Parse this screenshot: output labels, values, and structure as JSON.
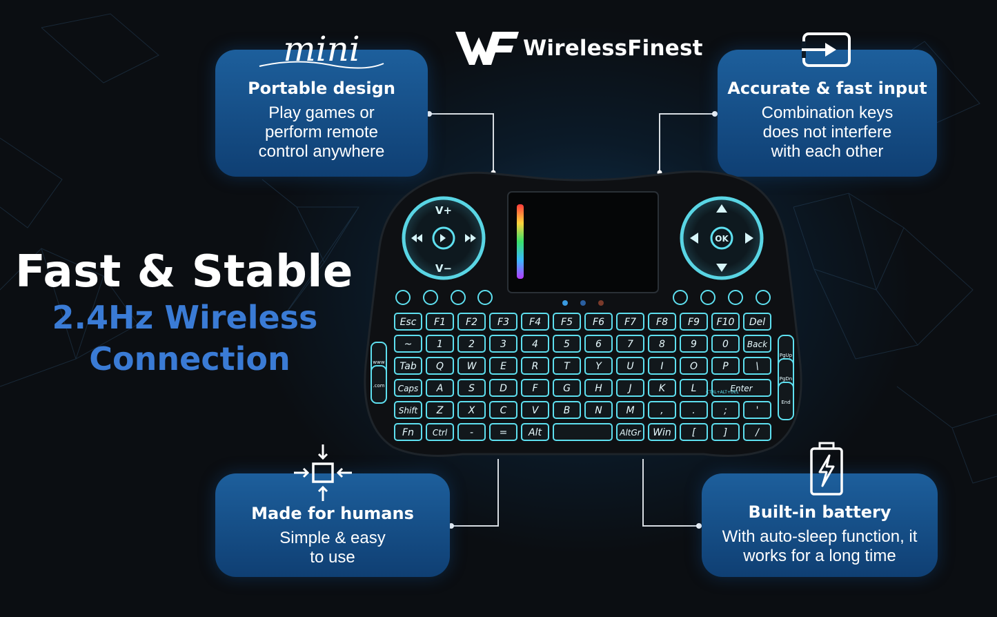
{
  "brand": {
    "name": "WirelessFinest",
    "logo_mark": "WF",
    "logo_icon": "wf-monogram-icon"
  },
  "headline": {
    "line1": "Fast & Stable",
    "line2": "2.4Hz Wireless",
    "line3": "Connection",
    "accent_color": "#3a7bd5"
  },
  "features": {
    "portable": {
      "badge": "mini",
      "title": "Portable design",
      "line1": "Play games or",
      "line2": "perform remote",
      "line3": "control anywhere"
    },
    "accurate": {
      "icon": "input-arrow-icon",
      "title": "Accurate & fast input",
      "line1": "Combination keys",
      "line2": "does not interfere",
      "line3": "with each other"
    },
    "humans": {
      "icon": "compress-arrows-icon",
      "title": "Made for humans",
      "line1": "Simple & easy",
      "line2": "to use"
    },
    "battery": {
      "icon": "battery-charging-icon",
      "title": "Built-in battery",
      "line1": "With auto-sleep function, it",
      "line2": "works for a long time"
    }
  },
  "keyboard": {
    "dpad_left": {
      "up": "V+",
      "down": "V−"
    },
    "dpad_right": {
      "center": "OK"
    },
    "function_row": [
      "Esc",
      "F1",
      "F2",
      "F3",
      "F4",
      "F5",
      "F6",
      "F7",
      "F8",
      "F9",
      "F10",
      "Del"
    ],
    "number_row": [
      "~",
      "1",
      "2",
      "3",
      "4",
      "5",
      "6",
      "7",
      "8",
      "9",
      "0",
      "Back"
    ],
    "qwerty_row": [
      "Tab",
      "Q",
      "W",
      "E",
      "R",
      "T",
      "Y",
      "U",
      "I",
      "O",
      "P",
      "\\"
    ],
    "home_row": [
      "Caps",
      "A",
      "S",
      "D",
      "F",
      "G",
      "H",
      "J",
      "K",
      "L",
      "Enter"
    ],
    "shift_row": [
      "Shift",
      "Z",
      "X",
      "C",
      "V",
      "B",
      "N",
      "M",
      ",",
      ".",
      ";",
      "'"
    ],
    "bottom_row": [
      "Fn",
      "Ctrl",
      "-",
      "=",
      "Alt",
      "",
      "AltGr",
      "Win",
      "[",
      "]",
      "/"
    ],
    "side_left": [
      "www",
      ".com"
    ],
    "side_right": [
      "PgUp",
      "PgDn",
      "End"
    ],
    "enter_sub": "CTRL+ALT+DEL",
    "backlight_color": "#5ee0f0"
  }
}
